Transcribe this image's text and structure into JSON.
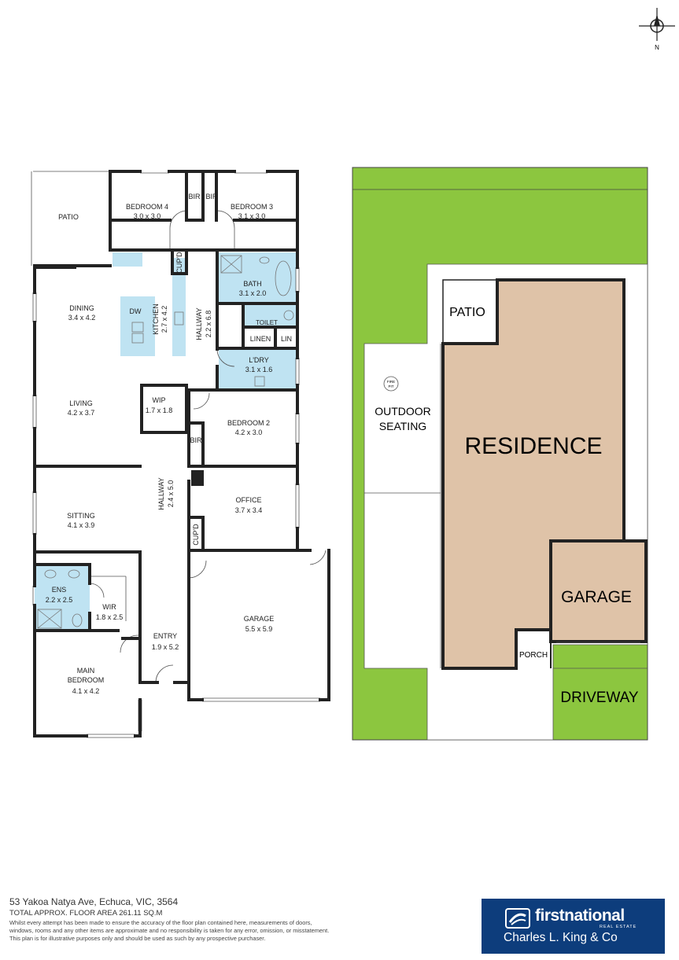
{
  "compass": {
    "north": "N"
  },
  "floorplan": {
    "rooms": [
      {
        "id": "patio",
        "name": "PATIO",
        "size": ""
      },
      {
        "id": "bed4",
        "name": "BEDROOM 4",
        "size": "3.0 x 3.0"
      },
      {
        "id": "bed3",
        "name": "BEDROOM 3",
        "size": "3.1 x 3.0"
      },
      {
        "id": "dining",
        "name": "DINING",
        "size": "3.4 x 4.2"
      },
      {
        "id": "bath",
        "name": "BATH",
        "size": "3.1 x 2.0"
      },
      {
        "id": "laundry",
        "name": "L'DRY",
        "size": "3.1 x 1.6"
      },
      {
        "id": "living",
        "name": "LIVING",
        "size": "4.2 x 3.7"
      },
      {
        "id": "wip",
        "name": "WIP",
        "size": "1.7 x 1.8"
      },
      {
        "id": "bed2",
        "name": "BEDROOM 2",
        "size": "4.2 x 3.0"
      },
      {
        "id": "office",
        "name": "OFFICE",
        "size": "3.7 x 3.4"
      },
      {
        "id": "sitting",
        "name": "SITTING",
        "size": "4.1 x 3.9"
      },
      {
        "id": "ens",
        "name": "ENS",
        "size": "2.2 x 2.5"
      },
      {
        "id": "wir",
        "name": "WIR",
        "size": "1.8 x 2.5"
      },
      {
        "id": "garage",
        "name": "GARAGE",
        "size": "5.5 x 5.9"
      },
      {
        "id": "entry",
        "name": "ENTRY",
        "size": "1.9 x 5.2"
      },
      {
        "id": "mainbed",
        "name": "MAIN BEDROOM",
        "size": "4.1 x 4.2"
      }
    ],
    "labels": {
      "bir": "BIR",
      "cupd": "CUP'D",
      "dw": "DW",
      "toilet": "TOILET",
      "linen": "LINEN",
      "lin": "LIN",
      "kitchen_name": "KITCHEN",
      "kitchen_size": "2.7 x 4.2",
      "hallway_name": "HALLWAY",
      "hallway1_size": "2.2 x 6.8",
      "hallway2_size": "2.4 x 5.0"
    }
  },
  "siteplan": {
    "patio": "PATIO",
    "fire_pit_1": "FIRE",
    "fire_pit_2": "PIT",
    "outdoor_1": "OUTDOOR",
    "outdoor_2": "SEATING",
    "residence": "RESIDENCE",
    "garage": "GARAGE",
    "porch": "PORCH",
    "driveway": "DRIVEWAY"
  },
  "footer": {
    "address": "53 Yakoa Natya Ave, Echuca, VIC, 3564",
    "area": "TOTAL APPROX. FLOOR AREA 261.11 SQ.M",
    "disclaimer_1": "Whilst every attempt has been made to ensure the accuracy of the floor plan contained here, measurements of doors,",
    "disclaimer_2": "windows, rooms and any other items are approximate and no responsibility is taken for any error, omission, or misstatement.",
    "disclaimer_3": "This plan is for illustrative purposes only and should be used as such by any prospective purchaser."
  },
  "logo": {
    "brand": "firstnational",
    "sub": "REAL ESTATE",
    "agent": "Charles L. King & Co"
  },
  "colors": {
    "wet_area": "#bfe3f2",
    "lawn": "#8cc63f",
    "residence": "#dfc3a8",
    "brand_blue": "#0d3d7c"
  }
}
